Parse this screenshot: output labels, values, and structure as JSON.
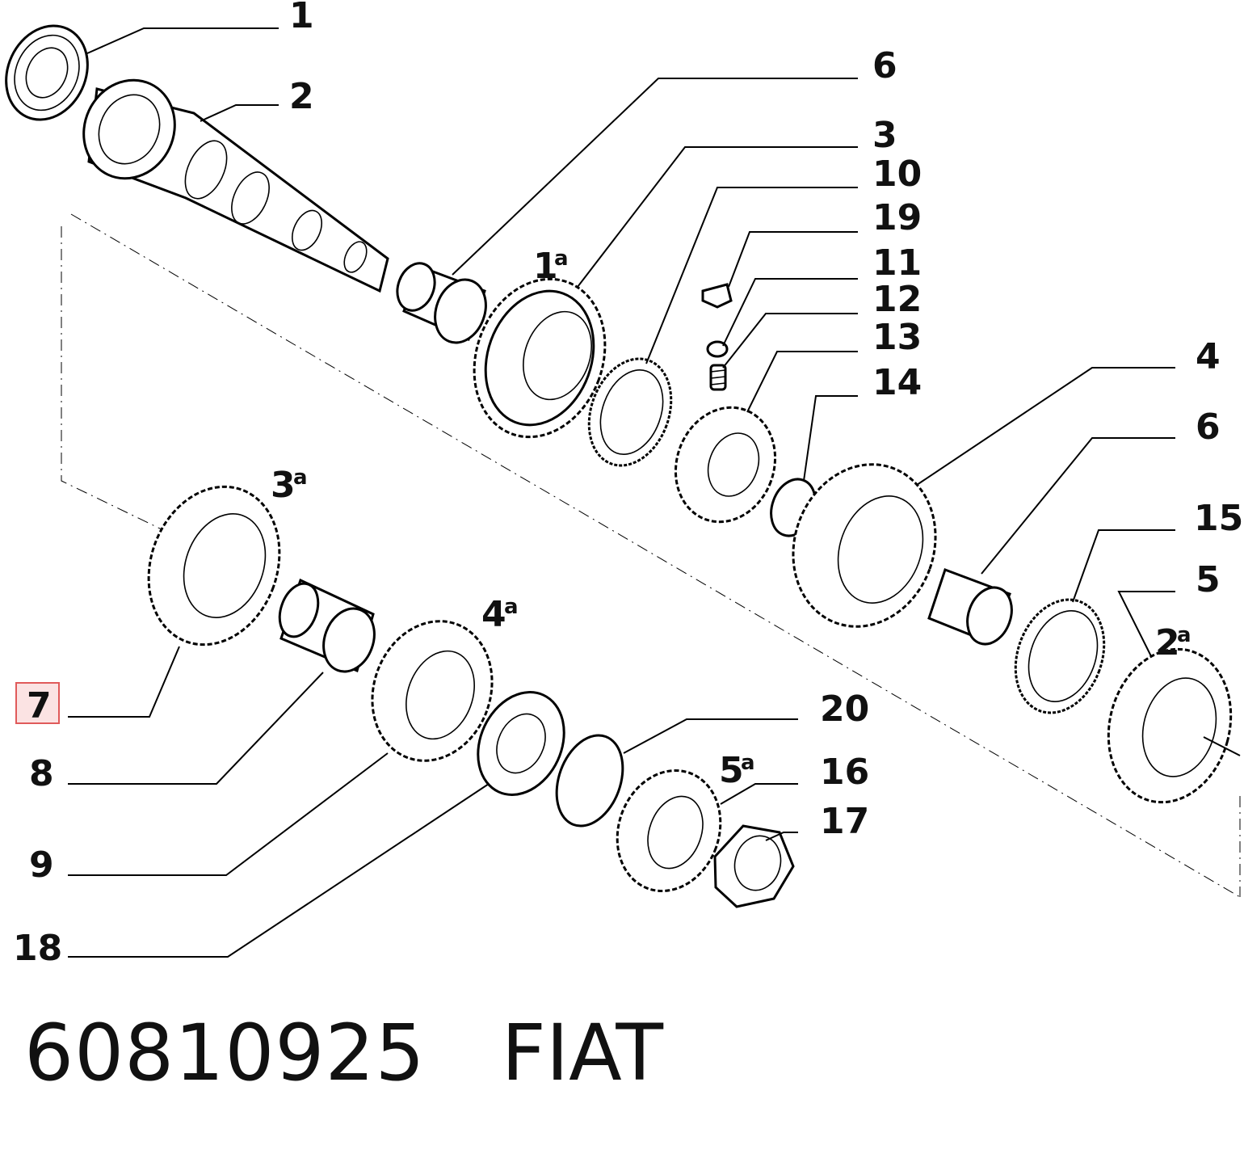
{
  "footer": {
    "part_number": "60810925",
    "brand": "FIAT"
  },
  "highlighted_callout": "7",
  "highlight_color": "#e05a5a",
  "callouts": [
    {
      "id": "1",
      "text": "1",
      "sup": ""
    },
    {
      "id": "2",
      "text": "2",
      "sup": ""
    },
    {
      "id": "6a",
      "text": "6",
      "sup": ""
    },
    {
      "id": "3",
      "text": "3",
      "sup": ""
    },
    {
      "id": "10",
      "text": "10",
      "sup": ""
    },
    {
      "id": "19",
      "text": "19",
      "sup": ""
    },
    {
      "id": "11",
      "text": "11",
      "sup": ""
    },
    {
      "id": "12",
      "text": "12",
      "sup": ""
    },
    {
      "id": "13",
      "text": "13",
      "sup": ""
    },
    {
      "id": "14",
      "text": "14",
      "sup": ""
    },
    {
      "id": "4",
      "text": "4",
      "sup": ""
    },
    {
      "id": "6b",
      "text": "6",
      "sup": ""
    },
    {
      "id": "15",
      "text": "15",
      "sup": ""
    },
    {
      "id": "5",
      "text": "5",
      "sup": ""
    },
    {
      "id": "1a",
      "text": "1",
      "sup": "a"
    },
    {
      "id": "3a",
      "text": "3",
      "sup": "a"
    },
    {
      "id": "4a",
      "text": "4",
      "sup": "a"
    },
    {
      "id": "2a",
      "text": "2",
      "sup": "a"
    },
    {
      "id": "5a",
      "text": "5",
      "sup": "a"
    },
    {
      "id": "7",
      "text": "7",
      "sup": ""
    },
    {
      "id": "8",
      "text": "8",
      "sup": ""
    },
    {
      "id": "9",
      "text": "9",
      "sup": ""
    },
    {
      "id": "18",
      "text": "18",
      "sup": ""
    },
    {
      "id": "20",
      "text": "20",
      "sup": ""
    },
    {
      "id": "16",
      "text": "16",
      "sup": ""
    },
    {
      "id": "17",
      "text": "17",
      "sup": ""
    }
  ]
}
